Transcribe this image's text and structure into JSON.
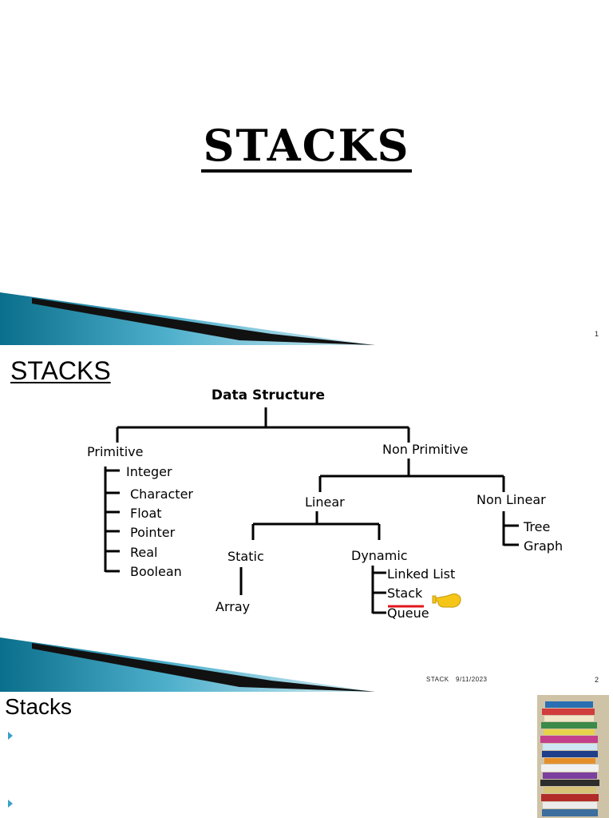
{
  "slide1": {
    "title": "STACKS",
    "page_number": "1"
  },
  "slide2": {
    "title": "STACKS",
    "footer_title": "STACK",
    "footer_date": "9/11/2023",
    "page_number": "2",
    "tree": {
      "root": "Data Structure",
      "primitive": "Primitive",
      "primitive_items": [
        "Integer",
        "Character",
        "Float",
        "Pointer",
        "Real",
        "Boolean"
      ],
      "non_primitive": "Non Primitive",
      "linear": "Linear",
      "non_linear": "Non Linear",
      "non_linear_items": [
        "Tree",
        "Graph"
      ],
      "static": "Static",
      "static_items": [
        "Array"
      ],
      "dynamic": "Dynamic",
      "dynamic_items": [
        "Linked List",
        "Stack",
        "Queue"
      ]
    },
    "highlight_color": "#e0171c",
    "pointer_icon": "pointing-hand-icon"
  },
  "slide3": {
    "title": "Stacks",
    "image_icon": "book-stack-photo"
  },
  "colors": {
    "accent_dark": "#0a6f8c",
    "accent_light": "#bfe3ee",
    "bullet": "#3aa0c8"
  }
}
